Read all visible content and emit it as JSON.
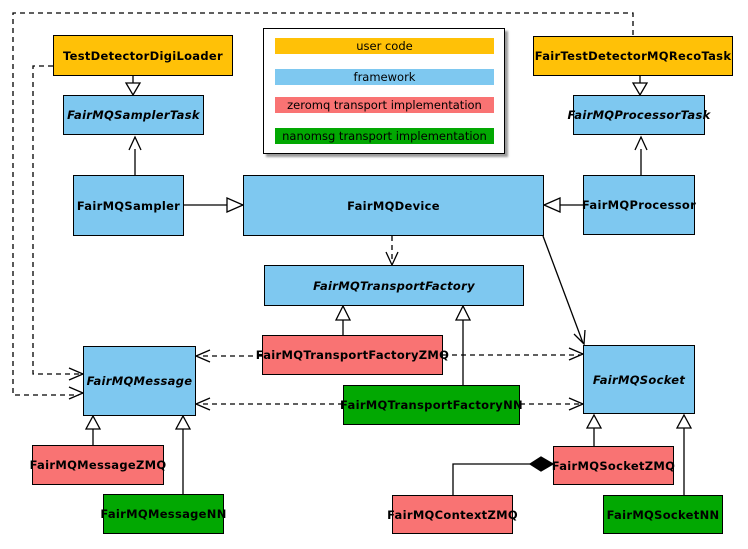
{
  "diagram": {
    "legend": {
      "items": [
        {
          "label": "user code",
          "color": "#FFC107"
        },
        {
          "label": "framework",
          "color": "#7EC8F0"
        },
        {
          "label": "zeromq transport implementation",
          "color": "#F97373"
        },
        {
          "label": "nanomsg transport implementation",
          "color": "#02A802"
        }
      ]
    },
    "nodes": [
      {
        "label": "TestDetectorDigiLoader",
        "category": "user code",
        "color": "#FFC107",
        "abstract": false
      },
      {
        "label": "FairMQSamplerTask",
        "category": "framework",
        "color": "#7EC8F0",
        "abstract": true
      },
      {
        "label": "FairMQSampler",
        "category": "framework",
        "color": "#7EC8F0",
        "abstract": false
      },
      {
        "label": "FairTestDetectorMQRecoTask",
        "category": "user code",
        "color": "#FFC107",
        "abstract": false
      },
      {
        "label": "FairMQProcessorTask",
        "category": "framework",
        "color": "#7EC8F0",
        "abstract": true
      },
      {
        "label": "FairMQProcessor",
        "category": "framework",
        "color": "#7EC8F0",
        "abstract": false
      },
      {
        "label": "FairMQDevice",
        "category": "framework",
        "color": "#7EC8F0",
        "abstract": false
      },
      {
        "label": "FairMQTransportFactory",
        "category": "framework",
        "color": "#7EC8F0",
        "abstract": true
      },
      {
        "label": "FairMQTransportFactoryZMQ",
        "category": "zeromq transport implementation",
        "color": "#F97373",
        "abstract": false
      },
      {
        "label": "FairMQTransportFactoryNN",
        "category": "nanomsg transport implementation",
        "color": "#02A802",
        "abstract": false
      },
      {
        "label": "FairMQMessage",
        "category": "framework",
        "color": "#7EC8F0",
        "abstract": true
      },
      {
        "label": "FairMQSocket",
        "category": "framework",
        "color": "#7EC8F0",
        "abstract": true
      },
      {
        "label": "FairMQMessageZMQ",
        "category": "zeromq transport implementation",
        "color": "#F97373",
        "abstract": false
      },
      {
        "label": "FairMQMessageNN",
        "category": "nanomsg transport implementation",
        "color": "#02A802",
        "abstract": false
      },
      {
        "label": "FairMQSocketZMQ",
        "category": "zeromq transport implementation",
        "color": "#F97373",
        "abstract": false
      },
      {
        "label": "FairMQSocketNN",
        "category": "nanomsg transport implementation",
        "color": "#02A802",
        "abstract": false
      },
      {
        "label": "FairMQContextZMQ",
        "category": "zeromq transport implementation",
        "color": "#F97373",
        "abstract": false
      }
    ],
    "edges": [
      {
        "from": "TestDetectorDigiLoader",
        "to": "FairMQSamplerTask",
        "type": "inheritance"
      },
      {
        "from": "FairTestDetectorMQRecoTask",
        "to": "FairMQProcessorTask",
        "type": "inheritance"
      },
      {
        "from": "FairMQSampler",
        "to": "FairMQSamplerTask",
        "type": "association"
      },
      {
        "from": "FairMQProcessor",
        "to": "FairMQProcessorTask",
        "type": "association"
      },
      {
        "from": "FairMQSampler",
        "to": "FairMQDevice",
        "type": "inheritance"
      },
      {
        "from": "FairMQProcessor",
        "to": "FairMQDevice",
        "type": "inheritance"
      },
      {
        "from": "FairMQDevice",
        "to": "FairMQTransportFactory",
        "type": "dependency"
      },
      {
        "from": "FairMQDevice",
        "to": "FairMQSocket",
        "type": "association"
      },
      {
        "from": "FairMQTransportFactoryZMQ",
        "to": "FairMQTransportFactory",
        "type": "inheritance"
      },
      {
        "from": "FairMQTransportFactoryNN",
        "to": "FairMQTransportFactory",
        "type": "inheritance"
      },
      {
        "from": "FairMQTransportFactoryZMQ",
        "to": "FairMQMessage",
        "type": "dependency"
      },
      {
        "from": "FairMQTransportFactoryZMQ",
        "to": "FairMQSocket",
        "type": "dependency"
      },
      {
        "from": "FairMQTransportFactoryNN",
        "to": "FairMQMessage",
        "type": "dependency"
      },
      {
        "from": "FairMQTransportFactoryNN",
        "to": "FairMQSocket",
        "type": "dependency"
      },
      {
        "from": "FairMQMessageZMQ",
        "to": "FairMQMessage",
        "type": "inheritance"
      },
      {
        "from": "FairMQMessageNN",
        "to": "FairMQMessage",
        "type": "inheritance"
      },
      {
        "from": "FairMQSocketZMQ",
        "to": "FairMQSocket",
        "type": "inheritance"
      },
      {
        "from": "FairMQSocketNN",
        "to": "FairMQSocket",
        "type": "inheritance"
      },
      {
        "from": "FairMQContextZMQ",
        "to": "FairMQSocketZMQ",
        "type": "composition"
      },
      {
        "from": "TestDetectorDigiLoader",
        "to": "FairMQMessage",
        "type": "dependency"
      },
      {
        "from": "FairTestDetectorMQRecoTask",
        "to": "FairMQMessage",
        "type": "dependency"
      }
    ],
    "line_color": "#000000",
    "background": "#ffffff"
  }
}
